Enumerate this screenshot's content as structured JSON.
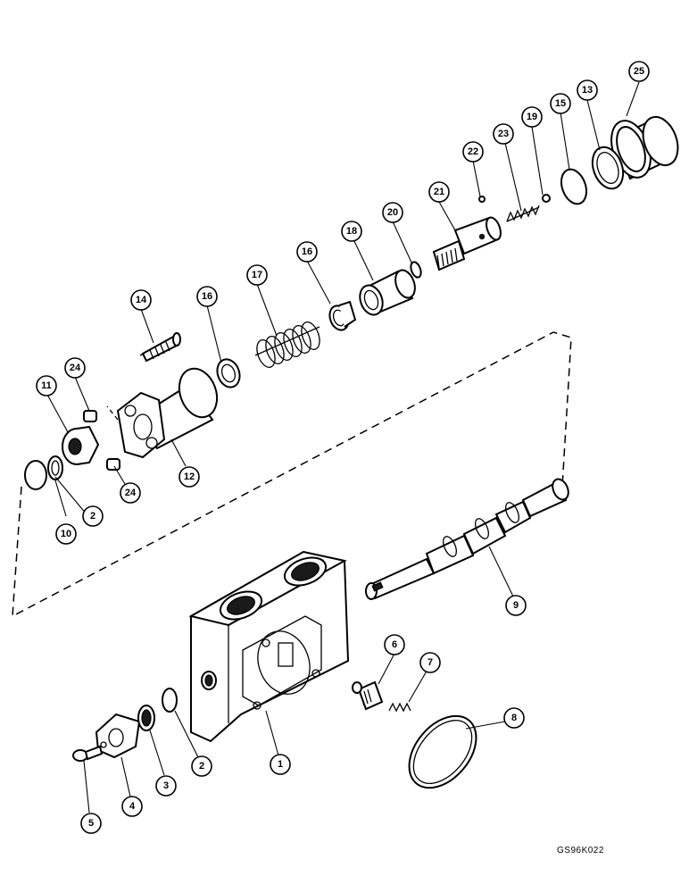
{
  "figure_code": "GS96K022",
  "callouts": [
    {
      "id": "c1",
      "label": "1"
    },
    {
      "id": "c2a",
      "label": "2"
    },
    {
      "id": "c2b",
      "label": "2"
    },
    {
      "id": "c3",
      "label": "3"
    },
    {
      "id": "c4",
      "label": "4"
    },
    {
      "id": "c5",
      "label": "5"
    },
    {
      "id": "c6",
      "label": "6"
    },
    {
      "id": "c7",
      "label": "7"
    },
    {
      "id": "c8",
      "label": "8"
    },
    {
      "id": "c9",
      "label": "9"
    },
    {
      "id": "c10",
      "label": "10"
    },
    {
      "id": "c11",
      "label": "11"
    },
    {
      "id": "c12",
      "label": "12"
    },
    {
      "id": "c13",
      "label": "13"
    },
    {
      "id": "c14",
      "label": "14"
    },
    {
      "id": "c15",
      "label": "15"
    },
    {
      "id": "c16a",
      "label": "16"
    },
    {
      "id": "c16b",
      "label": "16"
    },
    {
      "id": "c17",
      "label": "17"
    },
    {
      "id": "c18",
      "label": "18"
    },
    {
      "id": "c19",
      "label": "19"
    },
    {
      "id": "c20",
      "label": "20"
    },
    {
      "id": "c21",
      "label": "21"
    },
    {
      "id": "c22",
      "label": "22"
    },
    {
      "id": "c23",
      "label": "23"
    },
    {
      "id": "c24a",
      "label": "24"
    },
    {
      "id": "c24b",
      "label": "24"
    },
    {
      "id": "c25",
      "label": "25"
    }
  ]
}
